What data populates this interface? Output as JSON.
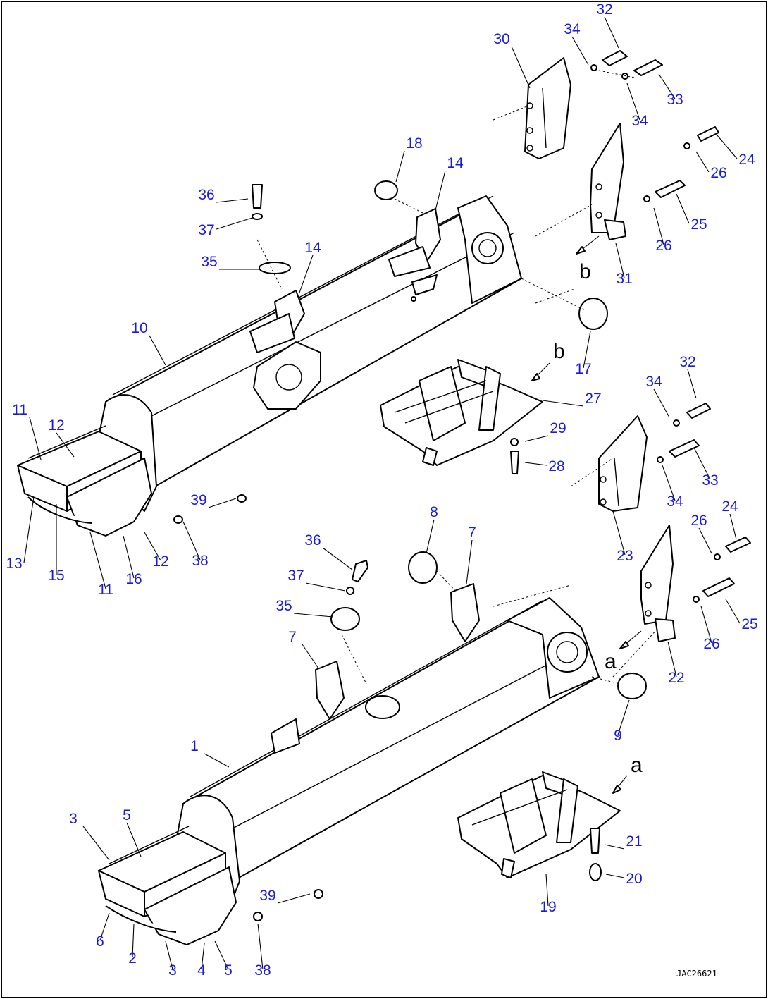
{
  "diagram": {
    "drawing_code": "JAC26621",
    "view_letters": [
      "a",
      "b"
    ],
    "callouts": [
      {
        "id": "c32a",
        "label": "32"
      },
      {
        "id": "c34a",
        "label": "34"
      },
      {
        "id": "c30",
        "label": "30"
      },
      {
        "id": "c33a",
        "label": "33"
      },
      {
        "id": "c34b",
        "label": "34"
      },
      {
        "id": "c24a",
        "label": "24"
      },
      {
        "id": "c26a",
        "label": "26"
      },
      {
        "id": "c25a",
        "label": "25"
      },
      {
        "id": "c26b",
        "label": "26"
      },
      {
        "id": "c31",
        "label": "31"
      },
      {
        "id": "c18",
        "label": "18"
      },
      {
        "id": "c14a",
        "label": "14"
      },
      {
        "id": "c36a",
        "label": "36"
      },
      {
        "id": "c37a",
        "label": "37"
      },
      {
        "id": "c35a",
        "label": "35"
      },
      {
        "id": "c14b",
        "label": "14"
      },
      {
        "id": "c10",
        "label": "10"
      },
      {
        "id": "c17",
        "label": "17"
      },
      {
        "id": "c27",
        "label": "27"
      },
      {
        "id": "c11a",
        "label": "11"
      },
      {
        "id": "c12a",
        "label": "12"
      },
      {
        "id": "c29",
        "label": "29"
      },
      {
        "id": "c28",
        "label": "28"
      },
      {
        "id": "c39a",
        "label": "39"
      },
      {
        "id": "c13",
        "label": "13"
      },
      {
        "id": "c15",
        "label": "15"
      },
      {
        "id": "c11b",
        "label": "11"
      },
      {
        "id": "c16",
        "label": "16"
      },
      {
        "id": "c12b",
        "label": "12"
      },
      {
        "id": "c38a",
        "label": "38"
      },
      {
        "id": "c32b",
        "label": "32"
      },
      {
        "id": "c34c",
        "label": "34"
      },
      {
        "id": "c33b",
        "label": "33"
      },
      {
        "id": "c34d",
        "label": "34"
      },
      {
        "id": "c24b",
        "label": "24"
      },
      {
        "id": "c26c",
        "label": "26"
      },
      {
        "id": "c23",
        "label": "23"
      },
      {
        "id": "c25b",
        "label": "25"
      },
      {
        "id": "c26d",
        "label": "26"
      },
      {
        "id": "c22",
        "label": "22"
      },
      {
        "id": "c8",
        "label": "8"
      },
      {
        "id": "c7a",
        "label": "7"
      },
      {
        "id": "c36b",
        "label": "36"
      },
      {
        "id": "c37b",
        "label": "37"
      },
      {
        "id": "c35b",
        "label": "35"
      },
      {
        "id": "c7b",
        "label": "7"
      },
      {
        "id": "c9",
        "label": "9"
      },
      {
        "id": "c1",
        "label": "1"
      },
      {
        "id": "c21",
        "label": "21"
      },
      {
        "id": "c20",
        "label": "20"
      },
      {
        "id": "c19",
        "label": "19"
      },
      {
        "id": "c3a",
        "label": "3"
      },
      {
        "id": "c5a",
        "label": "5"
      },
      {
        "id": "c39b",
        "label": "39"
      },
      {
        "id": "c6",
        "label": "6"
      },
      {
        "id": "c2",
        "label": "2"
      },
      {
        "id": "c38b",
        "label": "38"
      },
      {
        "id": "c3b",
        "label": "3"
      },
      {
        "id": "c4",
        "label": "4"
      },
      {
        "id": "c5b",
        "label": "5"
      }
    ]
  }
}
